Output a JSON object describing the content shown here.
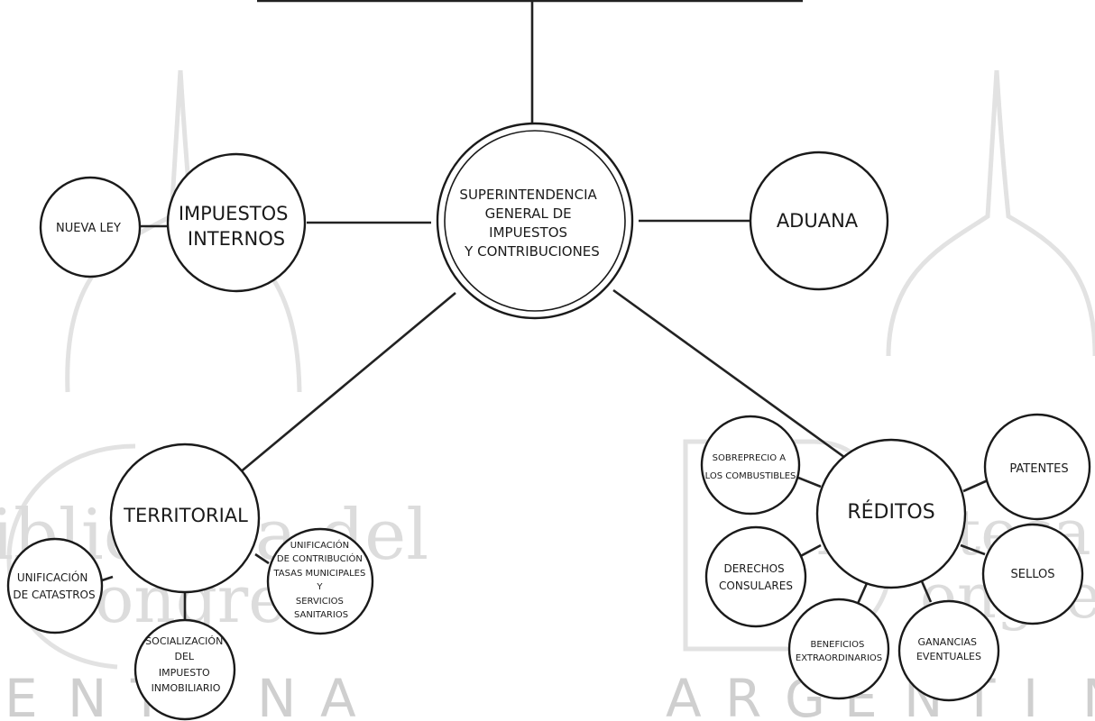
{
  "watermark": {
    "left_text": "iblioteca del",
    "left_text_2": "ongreso",
    "right_text": "iblioteca d",
    "right_text_2": "ongre",
    "left_letters": [
      "E",
      "N",
      "T",
      "I",
      "N",
      "A"
    ],
    "right_letters": [
      "A",
      "R",
      "G",
      "E",
      "N",
      "T",
      "I",
      "N"
    ]
  },
  "nodes": {
    "center": [
      "SUPERINTENDENCIA",
      "GENERAL DE",
      "IMPUESTOS",
      "Y CONTRIBUCIONES"
    ],
    "impuestos_internos": [
      "IMPUESTOS",
      "INTERNOS"
    ],
    "nueva_ley": [
      "NUEVA LEY"
    ],
    "aduana": [
      "ADUANA"
    ],
    "territorial": [
      "TERRITORIAL"
    ],
    "unificacion_catastros": [
      "UNIFICACIÓN",
      "DE CATASTROS"
    ],
    "socializacion": [
      "SOCIALIZACIÓN",
      "DEL",
      "IMPUESTO",
      "INMOBILIARIO"
    ],
    "unificacion_contribucion": [
      "UNIFICACIÓN",
      "DE CONTRIBUCIÓN",
      "TASAS MUNICIPALES",
      "Y",
      "SERVICIOS",
      "SANITARIOS"
    ],
    "reditos": [
      "RÉDITOS"
    ],
    "sobreprecio": [
      "SOBREPRECIO A",
      "LOS COMBUSTIBLES"
    ],
    "patentes": [
      "PATENTES"
    ],
    "derechos_consulares": [
      "DERECHOS",
      "CONSULARES"
    ],
    "sellos": [
      "SELLOS"
    ],
    "beneficios": [
      "BENEFICIOS",
      "EXTRAORDINARIOS"
    ],
    "ganancias": [
      "GANANCIAS",
      "EVENTUALES"
    ]
  }
}
